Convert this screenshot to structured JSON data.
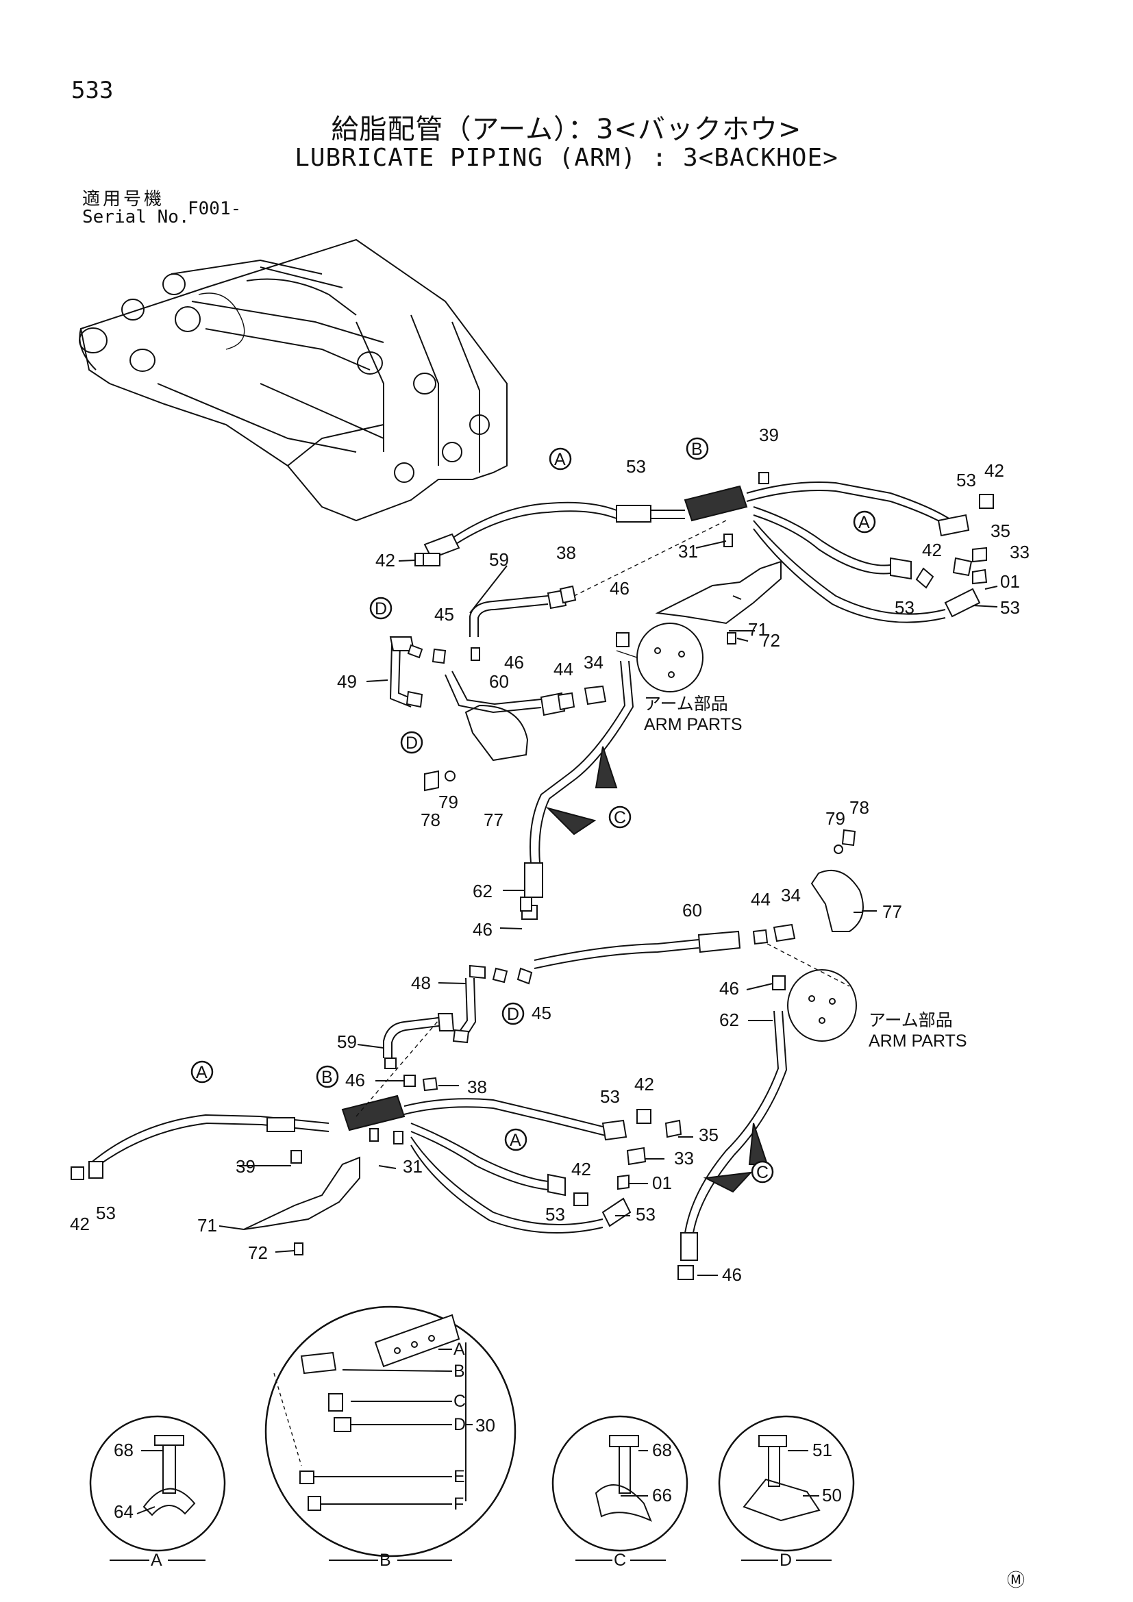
{
  "header": {
    "page_number": "533",
    "title_jp": "給脂配管（アーム）：3<バックホウ>",
    "title_en": "LUBRICATE PIPING (ARM) : 3<BACKHOE>",
    "serial_label_jp": "適用号機",
    "serial_label_en": "Serial No.",
    "serial_value": "F001-"
  },
  "refs": {
    "A": "A",
    "B": "B",
    "C": "C",
    "D": "D"
  },
  "arm_parts_jp": "アーム部品",
  "arm_parts_en": "ARM PARTS",
  "callouts_upper": [
    "39",
    "53",
    "42",
    "35",
    "33",
    "01",
    "53",
    "53",
    "42",
    "31",
    "38",
    "59",
    "46",
    "45",
    "46",
    "44",
    "34",
    "60",
    "49",
    "71",
    "72",
    "78",
    "79",
    "77",
    "62",
    "46",
    "42",
    "53"
  ],
  "callouts_lower": [
    "79",
    "78",
    "77",
    "60",
    "44",
    "34",
    "46",
    "62",
    "48",
    "45",
    "59",
    "46",
    "38",
    "53",
    "42",
    "35",
    "33",
    "01",
    "53",
    "42",
    "53",
    "39",
    "31",
    "42",
    "53",
    "71",
    "72",
    "46"
  ],
  "detail_views": [
    {
      "id": "A",
      "parts": [
        "68",
        "64"
      ]
    },
    {
      "id": "B",
      "letters": [
        "A",
        "B",
        "C",
        "D",
        "E",
        "F"
      ],
      "group": "30"
    },
    {
      "id": "C",
      "parts": [
        "68",
        "66"
      ]
    },
    {
      "id": "D",
      "parts": [
        "51",
        "50"
      ]
    }
  ],
  "mark": "Ⓜ"
}
